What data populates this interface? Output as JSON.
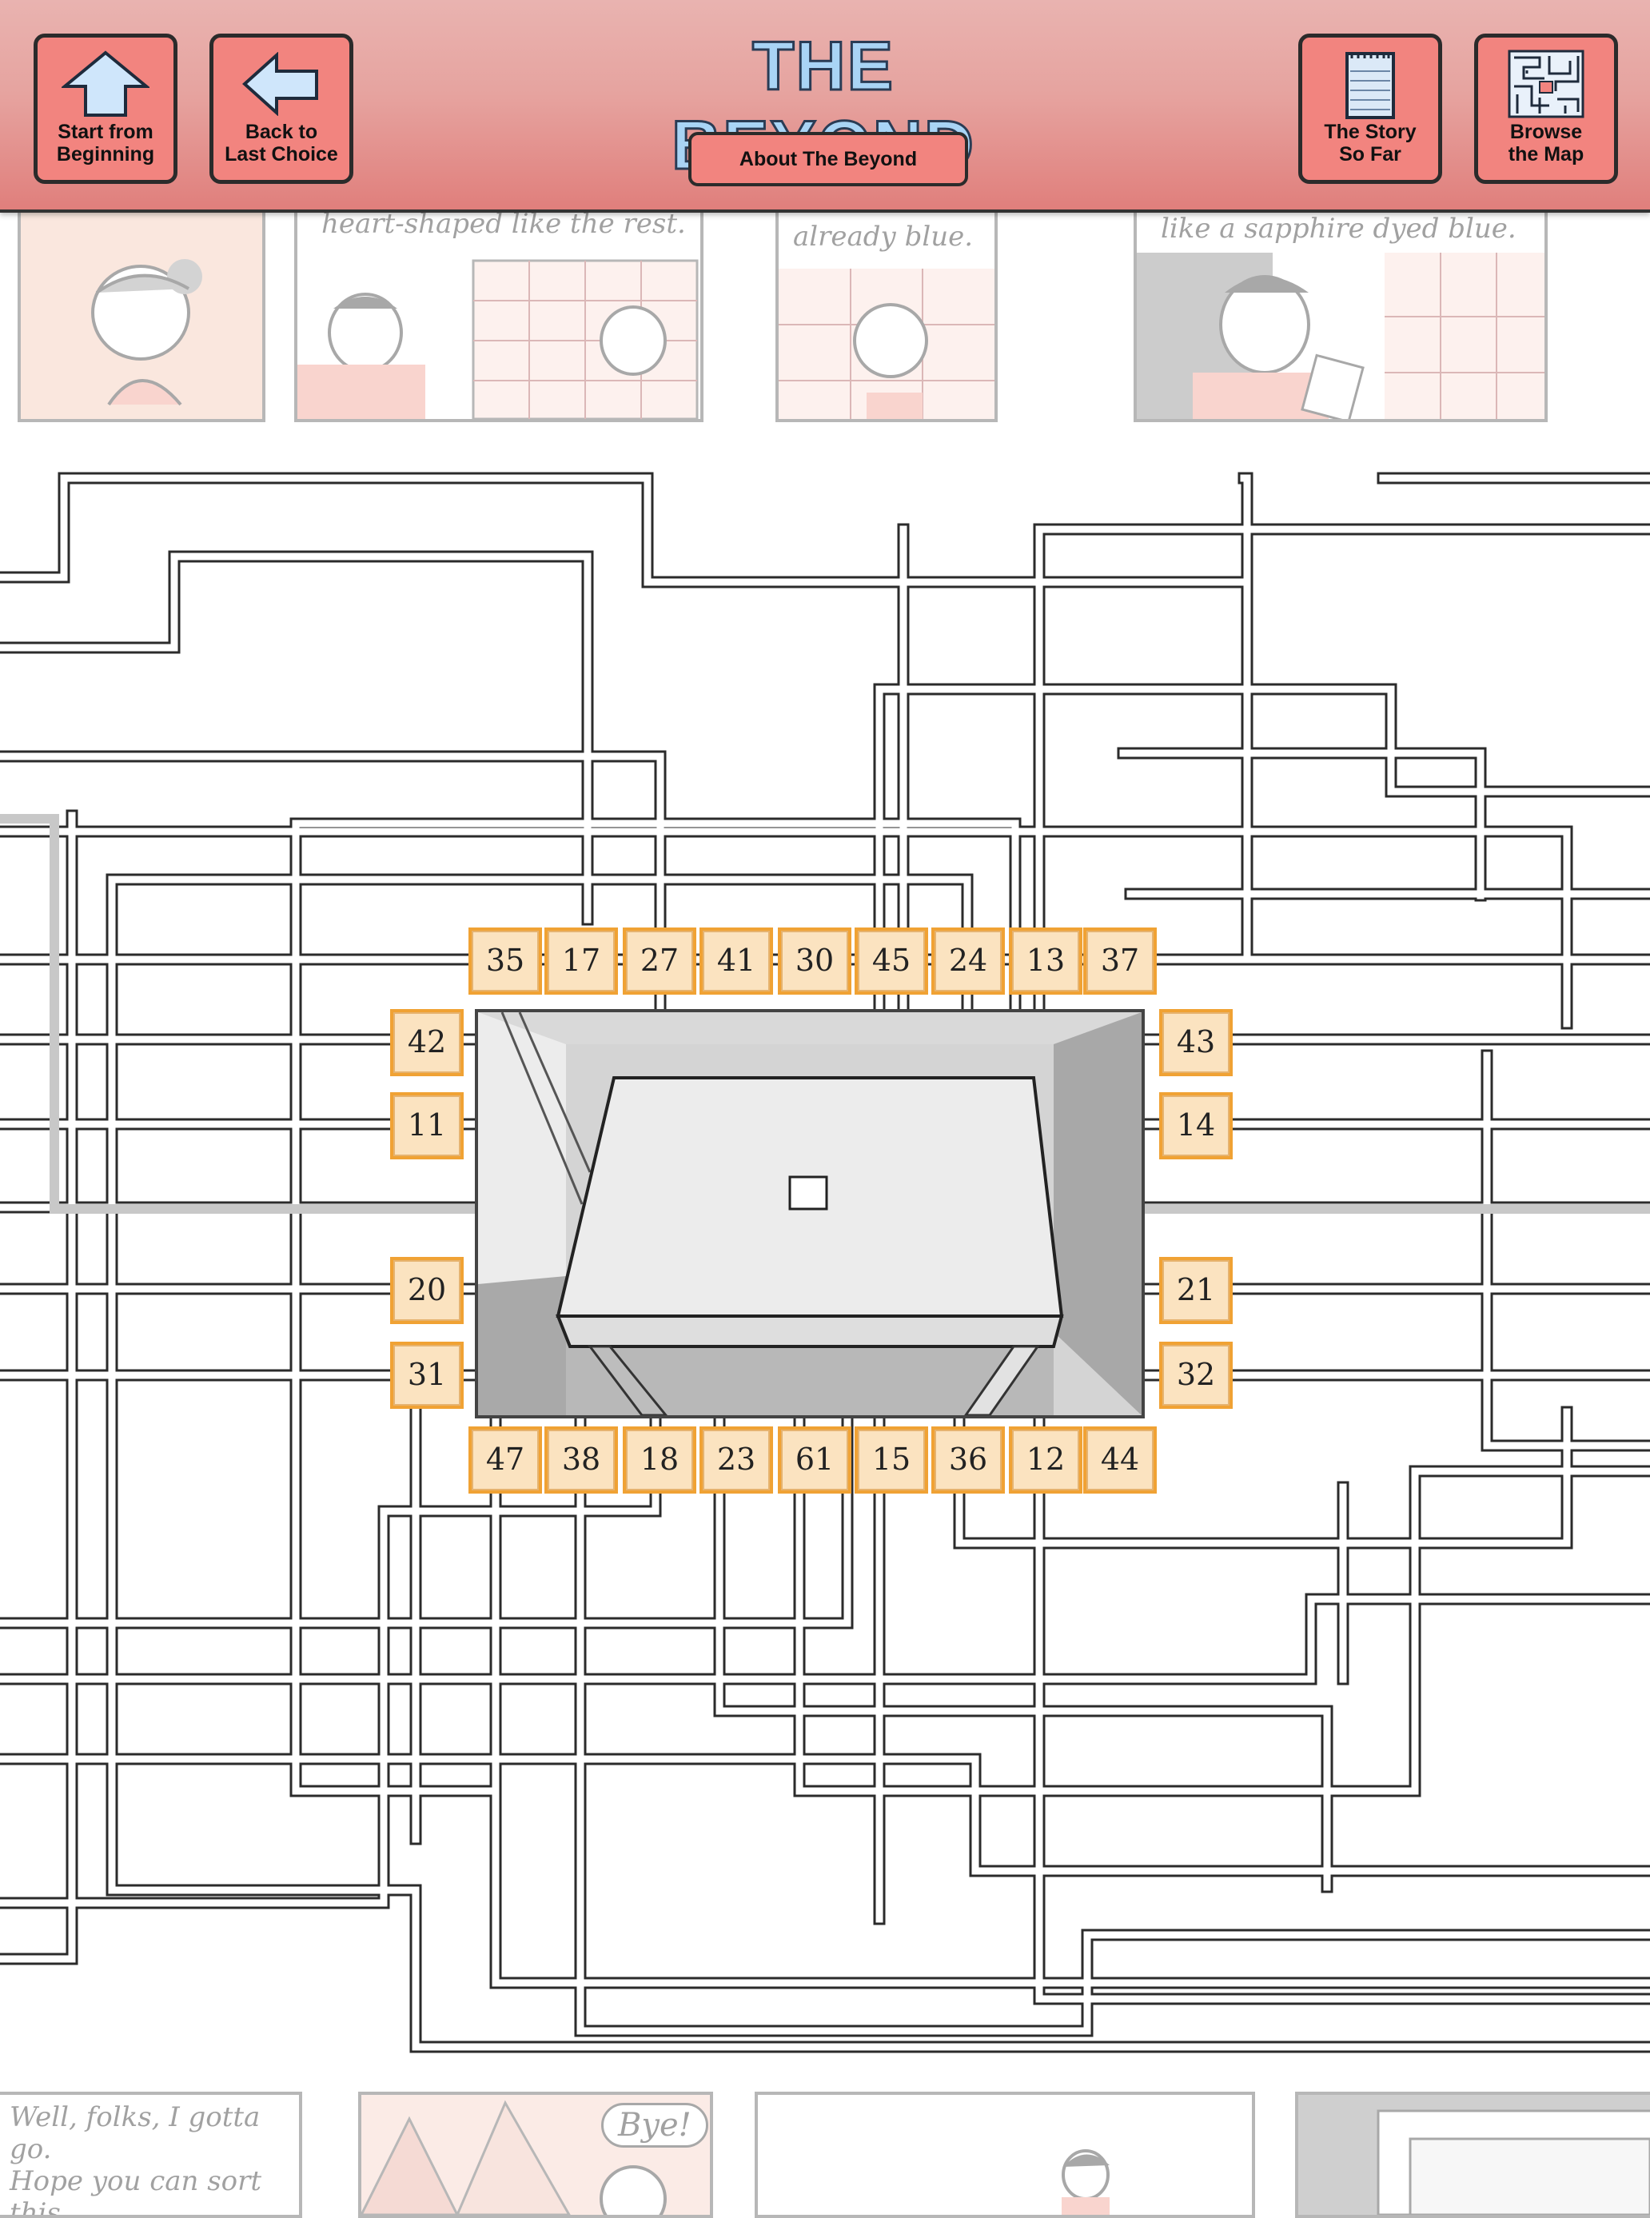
{
  "header": {
    "title": "THE BEYOND",
    "about_label": "About The Beyond",
    "start_label": "Start from\nBeginning",
    "back_label": "Back to\nLast Choice",
    "story_label": "The Story\nSo Far",
    "map_label": "Browse\nthe Map"
  },
  "icons": {
    "start": "up-arrow-icon",
    "back": "left-arrow-icon",
    "story": "notepad-icon",
    "map": "maze-map-icon"
  },
  "colors": {
    "header": "#e6a39f",
    "button": "#f2847f",
    "title": "#a9d4f5",
    "door_fill": "#fbe3c0",
    "door_border": "#f0a234"
  },
  "comic_top": {
    "bubble1": "heart-shaped like the rest.",
    "bubble2": "already blue.",
    "bubble3": "like a sapphire dyed blue."
  },
  "comic_bottom": {
    "bubble1": "Well, folks, I gotta go.\nHope you can sort this\nall out.",
    "bubble2": "Bye!"
  },
  "doors": {
    "top": [
      "35",
      "17",
      "27",
      "41",
      "30",
      "45",
      "24",
      "13",
      "37"
    ],
    "bottom": [
      "47",
      "38",
      "18",
      "23",
      "61",
      "15",
      "36",
      "12",
      "44"
    ],
    "left": [
      "42",
      "11",
      "20",
      "31"
    ],
    "right": [
      "43",
      "14",
      "21",
      "32"
    ]
  }
}
